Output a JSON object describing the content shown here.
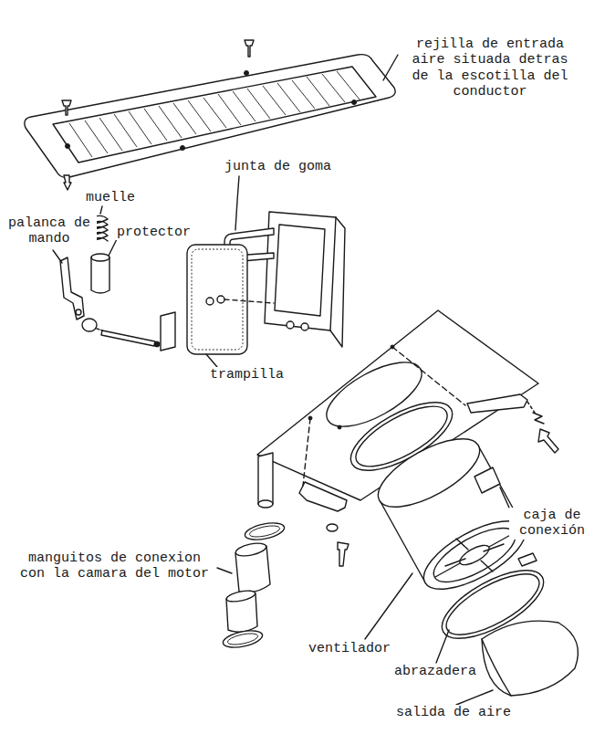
{
  "diagram": {
    "labels": [
      "rejilla de entrada aire situada detras de la escotilla del conductor",
      "junta de goma",
      "muelle",
      "palanca de mando",
      "protector",
      "trampilla",
      "caja de conexión",
      "manguitos de conexion con la camara del motor",
      "ventilador",
      "abrazadera",
      "salida de aire"
    ]
  }
}
